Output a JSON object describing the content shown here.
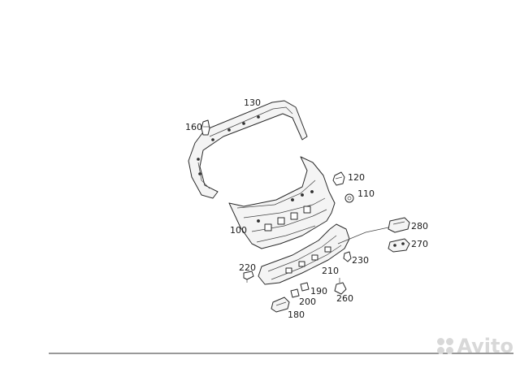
{
  "labels": {
    "p100": "100",
    "p110": "110",
    "p120": "120",
    "p130": "130",
    "p160": "160",
    "p180": "180",
    "p190": "190",
    "p200": "200",
    "p210": "210",
    "p220": "220",
    "p230": "230",
    "p260": "260",
    "p270": "270",
    "p280": "280"
  },
  "watermark": {
    "text": "Avito",
    "icon": "avito-logo-dots-icon"
  },
  "colors": {
    "line": "#2a2a2a",
    "watermark": "#d8d8d8"
  }
}
